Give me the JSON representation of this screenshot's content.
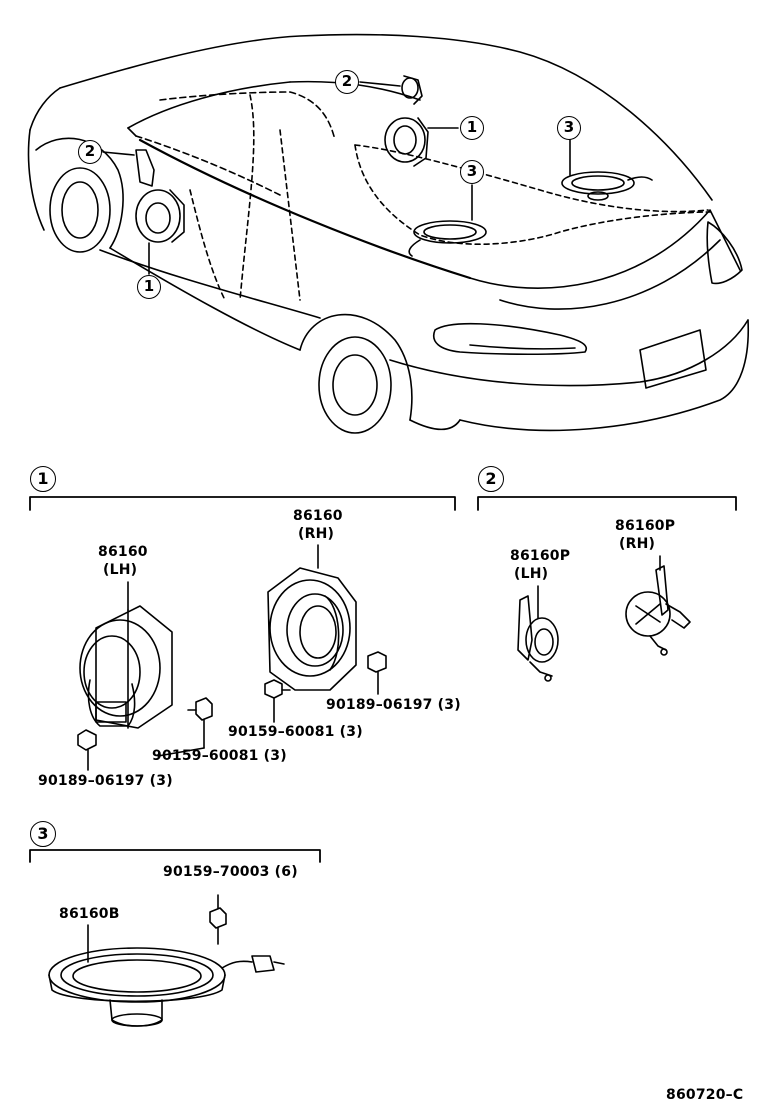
{
  "callouts": {
    "one": "1",
    "two": "2",
    "three": "3"
  },
  "sections": {
    "s1": {
      "num": "1",
      "parts": {
        "lh_speaker": {
          "number": "86160",
          "side": "(LH)"
        },
        "rh_speaker": {
          "number": "86160",
          "side": "(RH)"
        },
        "screw_lh": "90159–60081 (3)",
        "nut_lh": "90189–06197 (3)",
        "screw_rh": "90159–60081 (3)",
        "nut_rh": "90189–06197 (3)"
      }
    },
    "s2": {
      "num": "2",
      "parts": {
        "tweeter_lh": {
          "number": "86160P",
          "side": "(LH)"
        },
        "tweeter_rh": {
          "number": "86160P",
          "side": "(RH)"
        }
      }
    },
    "s3": {
      "num": "3",
      "parts": {
        "screw": "90159–70003 (6)",
        "rear_speaker": "86160B"
      }
    }
  },
  "diagram_code": "860720–C"
}
